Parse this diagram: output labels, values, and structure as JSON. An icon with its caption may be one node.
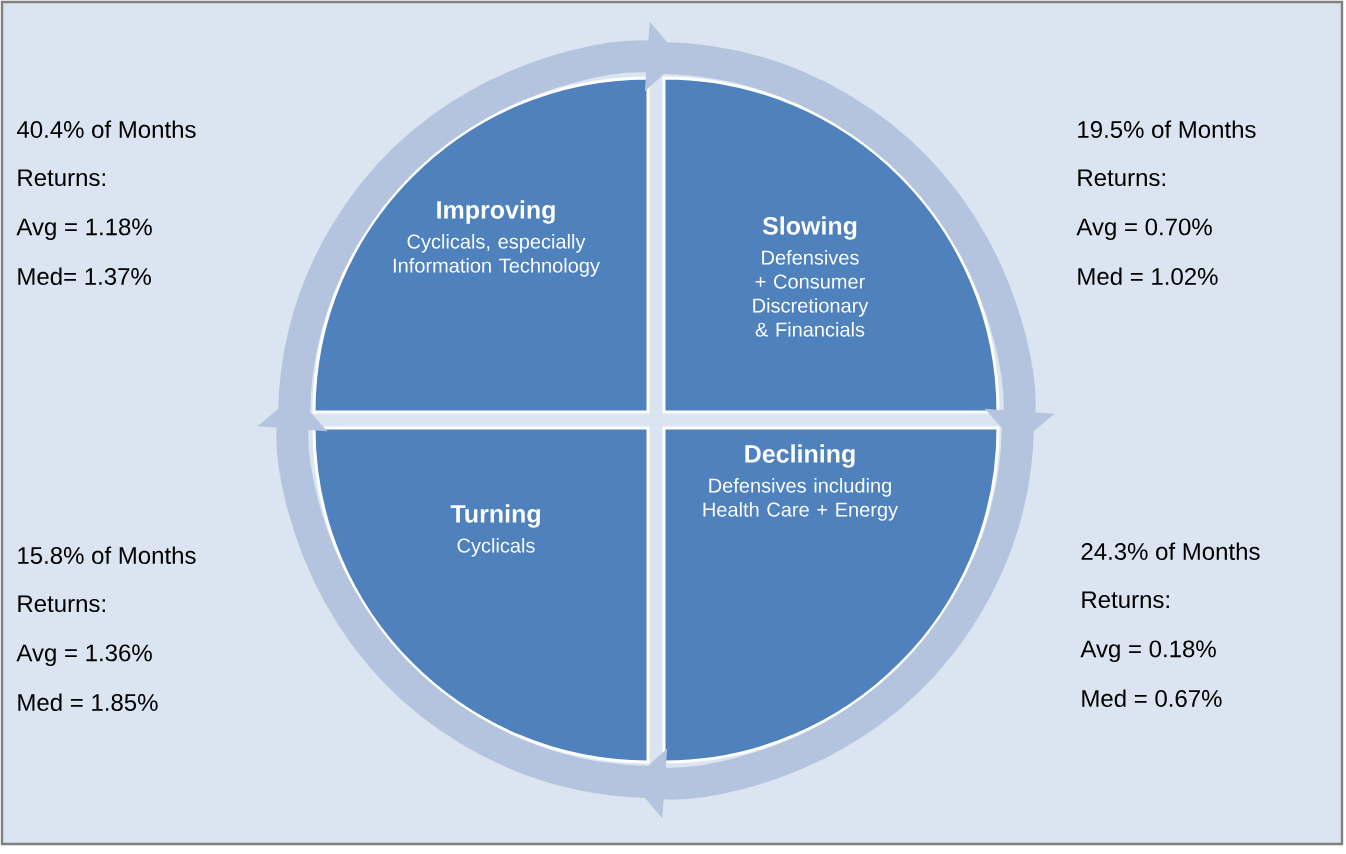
{
  "diagram": {
    "nodes": [
      {
        "text": [
          "Improving",
          "Cyclicals, especially Information Technology"
        ],
        "beside": [
          "40.4% of Months",
          "Returns:",
          "Avg = 1.18%",
          "Med= 1.37%"
        ]
      },
      {
        "text": [
          "Slowing",
          "Defensives + Consumer Discretionary & Financials"
        ],
        "beside": [
          "19.5% of Months",
          "Returns:",
          "Avg = 0.70%",
          "Med = 1.02%"
        ]
      },
      {
        "text": [
          "Turning",
          "Cyclicals"
        ],
        "beside": [
          "15.8% of Months",
          "Returns:",
          "Avg = 1.36%",
          "Med = 1.85%"
        ]
      },
      {
        "text": [
          "Declining",
          "Defensives including Health Care + Energy"
        ],
        "beside": [
          "24.3% of Months",
          "Returns:",
          "Avg = 0.18%",
          "Med = 0.67%"
        ]
      }
    ],
    "edges": [
      {
        "from": 0,
        "to": 1,
        "arrow": "to"
      },
      {
        "from": 1,
        "to": 3,
        "arrow": "to"
      },
      {
        "from": 3,
        "to": 2,
        "arrow": "to"
      },
      {
        "from": 2,
        "to": 0,
        "arrow": "to"
      }
    ]
  }
}
